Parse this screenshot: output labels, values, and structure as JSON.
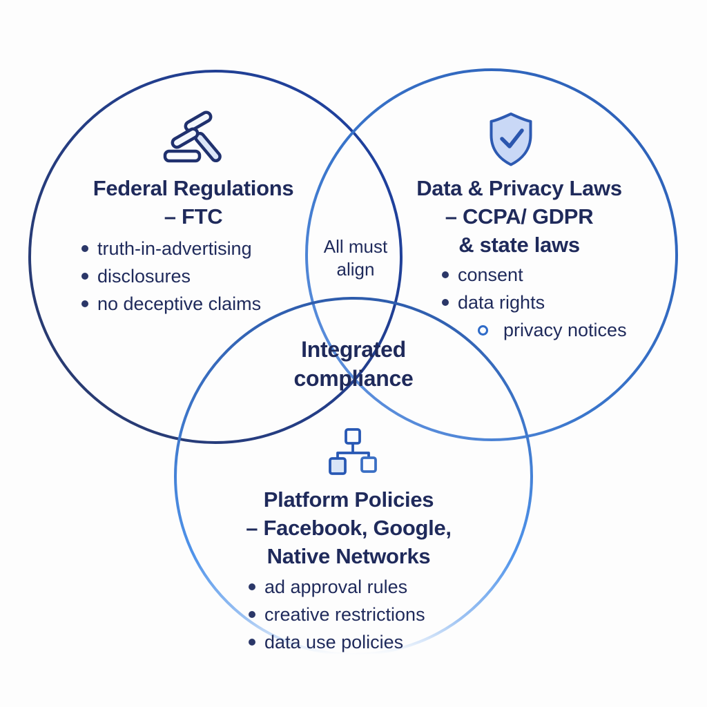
{
  "canvas": {
    "background_color": "#fdfdfd",
    "text_color": "#1f2a5b"
  },
  "venn": {
    "left_circle": {
      "icon": "gavel-icon",
      "title_lines": [
        "Federal Regulations",
        "– FTC"
      ],
      "bullets": [
        "truth-in-advertising",
        "disclosures",
        "no deceptive claims"
      ],
      "stroke_color_top": "#1e41a0",
      "stroke_color_bottom": "#2a3a6c"
    },
    "right_circle": {
      "icon": "shield-check-icon",
      "title_lines": [
        "Data & Privacy Laws",
        "– CCPA/ GDPR",
        "& state laws"
      ],
      "bullets": [
        "consent",
        "data rights"
      ],
      "sub_bullets": [
        "privacy notices"
      ],
      "stroke_color_top": "#2a5cb4",
      "stroke_color_bottom": "#6b9ae4"
    },
    "bottom_circle": {
      "icon": "org-chart-icon",
      "title_lines": [
        "Platform Policies",
        "– Facebook, Google,",
        "Native Networks"
      ],
      "bullets": [
        "ad approval rules",
        "creative restrictions",
        "data use policies"
      ],
      "stroke_color_top": "#2e5cac",
      "stroke_color_bottom": "#4f93ea"
    },
    "top_overlap": {
      "lines": [
        "All must",
        "align"
      ]
    },
    "center_overlap": {
      "lines": [
        "Integrated",
        "compliance"
      ]
    },
    "icon_colors": {
      "gavel_stroke": "#20316e",
      "shield_fill": "#c9d8f6",
      "shield_stroke": "#2d5ab2",
      "org_stroke": "#2858b4",
      "org_fill_highlight": "#d9e5f7"
    }
  }
}
